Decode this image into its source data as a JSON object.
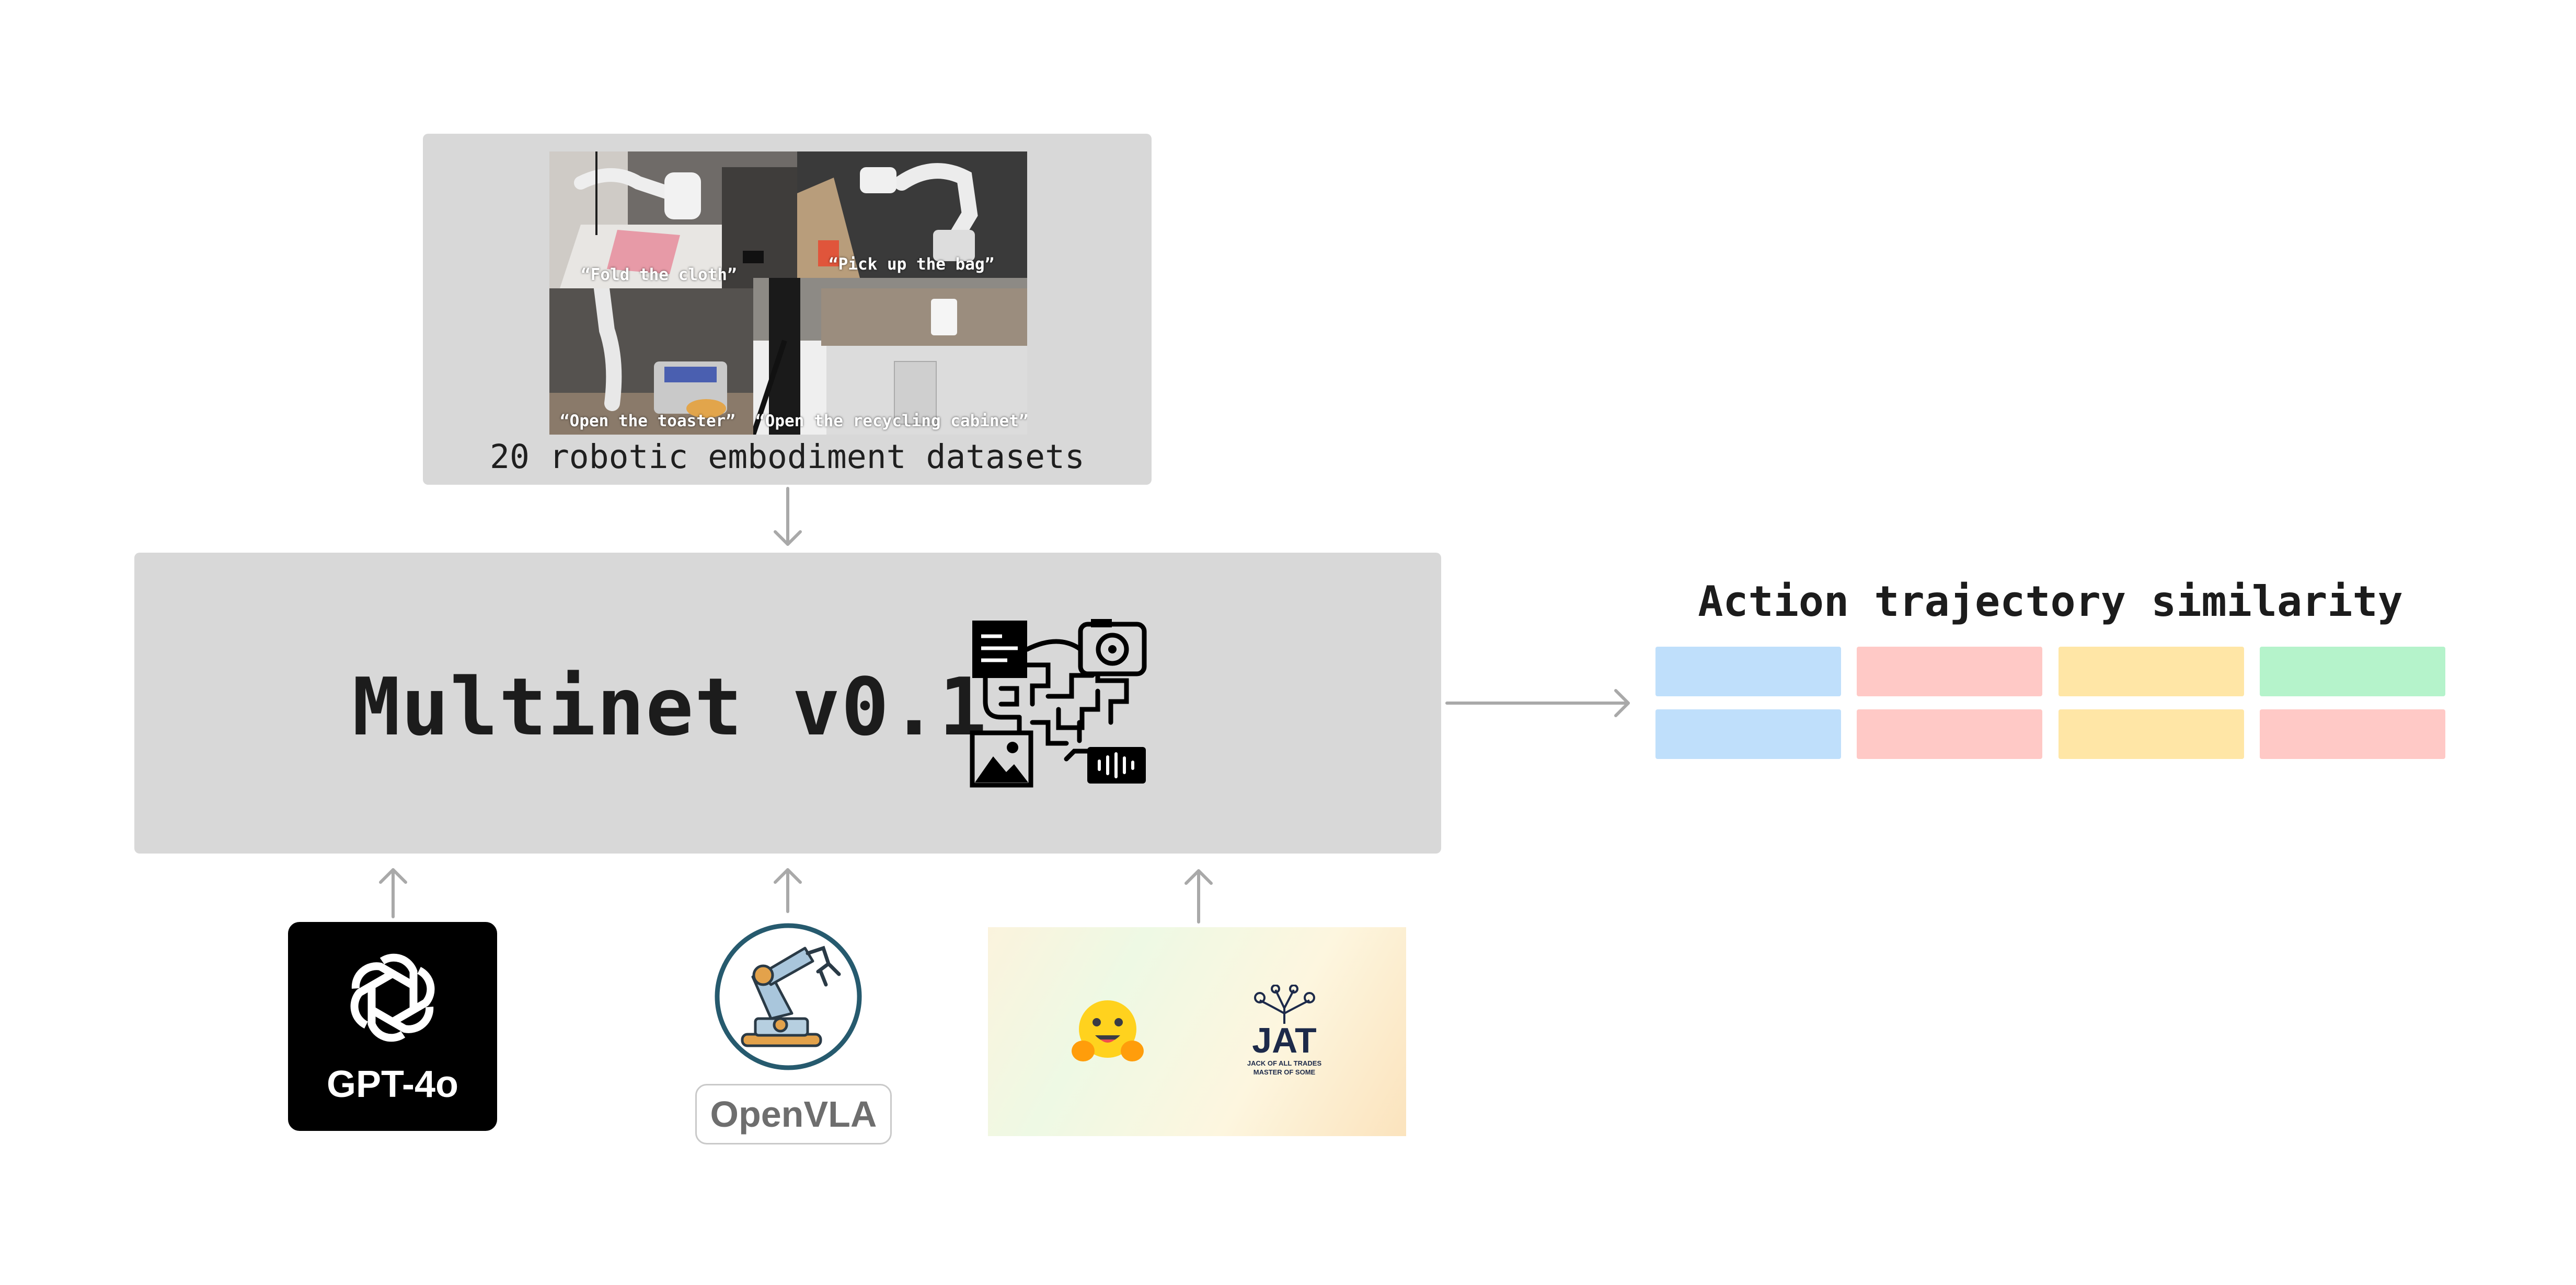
{
  "datasets": {
    "label": "20 robotic embodiment datasets",
    "captions": [
      "“Fold the cloth”",
      "“Pick up the bag”",
      "“Open the toaster”",
      "“Open the recycling cabinet”"
    ]
  },
  "multinet": {
    "title": "Multinet v0.1"
  },
  "output": {
    "title": "Action trajectory similarity",
    "grid_colors": [
      [
        "#bfdffb",
        "#ffc9c6",
        "#ffe6a6",
        "#b5f3cb"
      ],
      [
        "#bfdffb",
        "#ffc9c6",
        "#ffe6a6",
        "#ffc9c6"
      ]
    ]
  },
  "models": {
    "gpt": {
      "label": "GPT-4o"
    },
    "openvla": {
      "label": "OpenVLA"
    },
    "jat": {
      "tagline_line1": "JACK OF ALL TRADES",
      "tagline_line2": "MASTER OF SOME",
      "letters": "JAT"
    }
  },
  "icons": [
    "multimodal-maze-icon",
    "openai-logo-icon",
    "robot-arm-icon",
    "hugging-face-emoji-icon",
    "jat-logo-icon",
    "arrow-icon"
  ]
}
